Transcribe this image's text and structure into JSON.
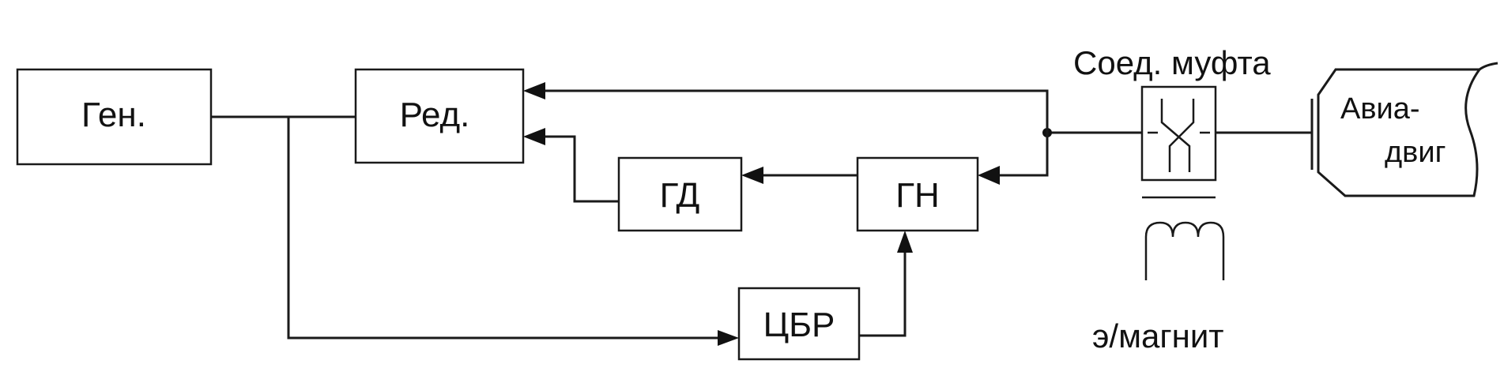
{
  "blocks": {
    "gen": "Ген.",
    "red": "Ред.",
    "gd": "ГД",
    "gn": "ГН",
    "cbr": "ЦБР"
  },
  "labels": {
    "coupling": "Соед. муфта",
    "magnet": "э/магнит",
    "engine_line1": "Авиа-",
    "engine_line2": "двиг"
  }
}
